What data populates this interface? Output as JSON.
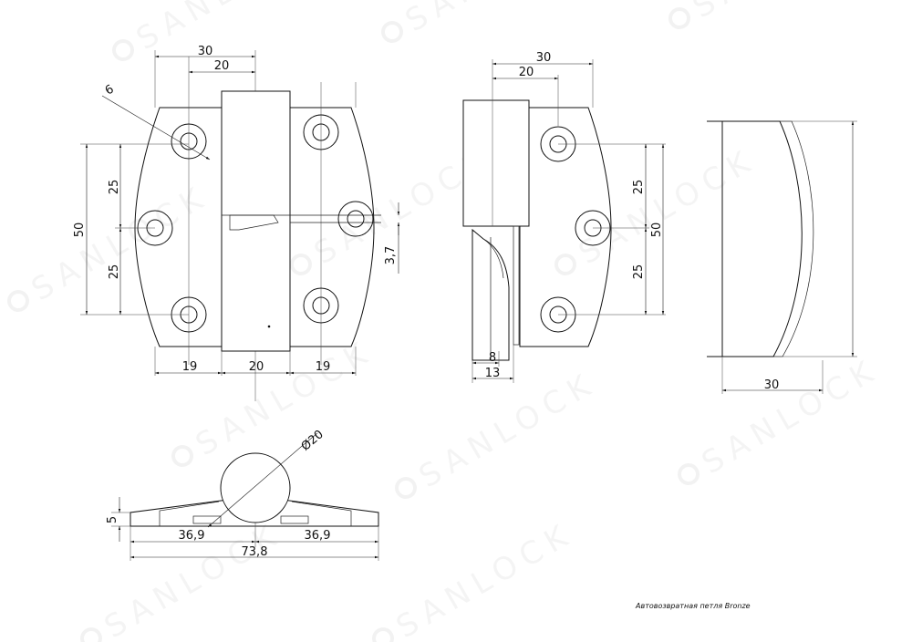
{
  "watermark": {
    "text": "SANLOCK"
  },
  "views": {
    "front": {
      "dims": {
        "top_outer": "30",
        "top_inner": "20",
        "hole_diameter": "6",
        "height_total": "50",
        "height_upper": "25",
        "height_lower": "25",
        "gap": "3,7",
        "bottom_left": "19",
        "bottom_center": "20",
        "bottom_right": "19"
      }
    },
    "side": {
      "dims": {
        "top_outer": "30",
        "top_inner": "20",
        "right_upper": "25",
        "right_lower": "25",
        "right_total": "50",
        "bottom_small": "8",
        "bottom_large": "13"
      }
    },
    "profile": {
      "dims": {
        "bottom": "30"
      }
    },
    "section": {
      "dims": {
        "diameter": "Ø20",
        "height": "5",
        "left": "36,9",
        "right": "36,9",
        "total": "73,8"
      }
    }
  },
  "caption": "Автовозвратная петля Bronze"
}
